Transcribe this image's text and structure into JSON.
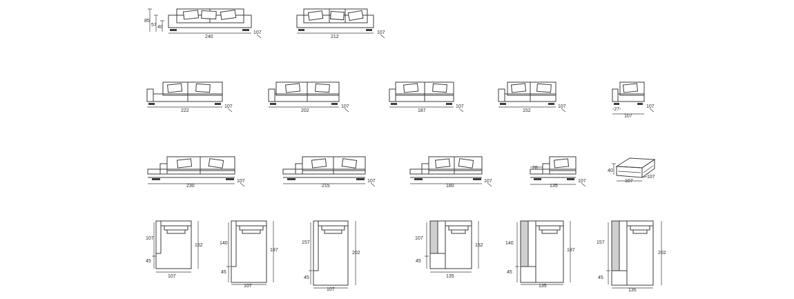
{
  "row1": {
    "sofa1": {
      "height_a": "85",
      "height_b": "57",
      "height_c": "40",
      "width": "240",
      "depth": "107"
    },
    "sofa2": {
      "width": "212",
      "depth": "107"
    }
  },
  "row2": [
    {
      "width": "222",
      "depth": "107"
    },
    {
      "width": "202",
      "depth": "107"
    },
    {
      "width": "187",
      "depth": "107"
    },
    {
      "width": "152",
      "depth": "107"
    },
    {
      "arm": "-27-",
      "width": "107",
      "depth": "107"
    }
  ],
  "row3": [
    {
      "width": "230",
      "depth": "107"
    },
    {
      "width": "215",
      "depth": "107"
    },
    {
      "width": "180",
      "depth": "107"
    },
    {
      "arm": "28",
      "width": "135",
      "depth": "107"
    },
    {
      "height": "40",
      "width": "107",
      "depth": "107"
    }
  ],
  "row4": [
    {
      "seat": "107",
      "base": "45",
      "length": "152",
      "width": "107"
    },
    {
      "seat": "140",
      "base": "45",
      "length": "187",
      "width": "107"
    },
    {
      "seat": "157",
      "base": "45",
      "length": "202",
      "width": "107"
    },
    {
      "seat": "107",
      "base": "45",
      "length": "152",
      "width": "135"
    },
    {
      "seat": "140",
      "base": "45",
      "length": "187",
      "width": "135"
    },
    {
      "seat": "157",
      "base": "45",
      "length": "202",
      "width": "135"
    }
  ]
}
